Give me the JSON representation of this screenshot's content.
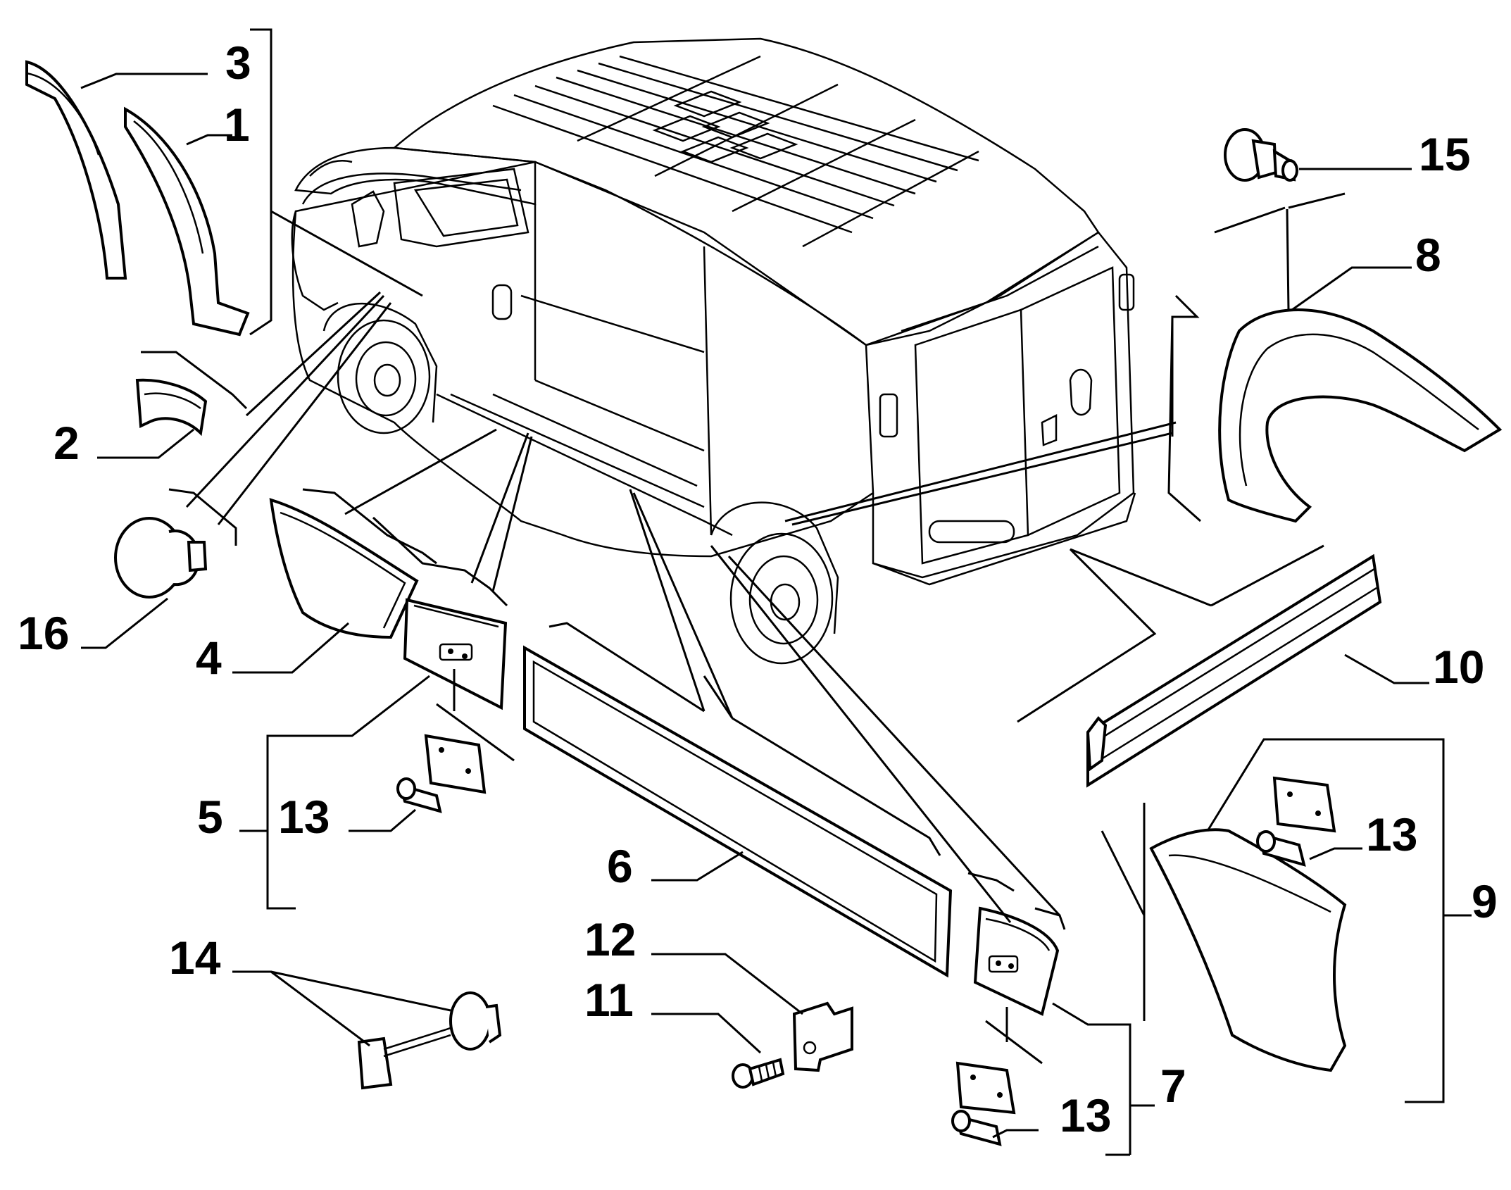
{
  "diagram": {
    "callouts": [
      {
        "id": "label-3",
        "text": "3"
      },
      {
        "id": "label-1",
        "text": "1"
      },
      {
        "id": "label-2",
        "text": "2"
      },
      {
        "id": "label-16",
        "text": "16"
      },
      {
        "id": "label-4",
        "text": "4"
      },
      {
        "id": "label-5",
        "text": "5"
      },
      {
        "id": "label-13a",
        "text": "13"
      },
      {
        "id": "label-14",
        "text": "14"
      },
      {
        "id": "label-6",
        "text": "6"
      },
      {
        "id": "label-12",
        "text": "12"
      },
      {
        "id": "label-11",
        "text": "11"
      },
      {
        "id": "label-7",
        "text": "7"
      },
      {
        "id": "label-13b",
        "text": "13"
      },
      {
        "id": "label-15",
        "text": "15"
      },
      {
        "id": "label-8",
        "text": "8"
      },
      {
        "id": "label-10",
        "text": "10"
      },
      {
        "id": "label-9",
        "text": "9"
      },
      {
        "id": "label-13c",
        "text": "13"
      }
    ]
  }
}
